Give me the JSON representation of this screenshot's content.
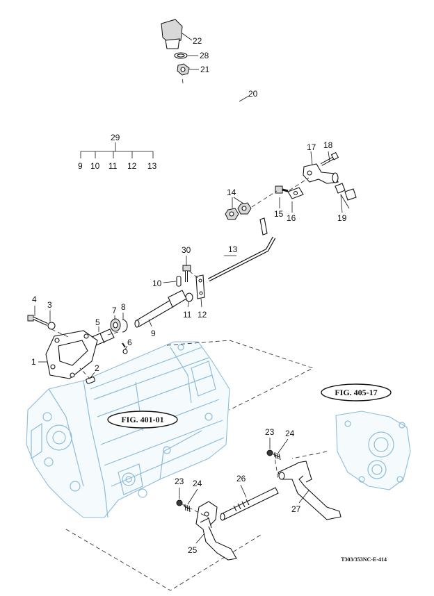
{
  "callouts": [
    {
      "id": "c22",
      "label": "22"
    },
    {
      "id": "c28",
      "label": "28"
    },
    {
      "id": "c21",
      "label": "21"
    },
    {
      "id": "c20",
      "label": "20"
    },
    {
      "id": "c29",
      "label": "29"
    },
    {
      "id": "c9a",
      "label": "9"
    },
    {
      "id": "c10a",
      "label": "10"
    },
    {
      "id": "c11a",
      "label": "11"
    },
    {
      "id": "c12a",
      "label": "12"
    },
    {
      "id": "c13a",
      "label": "13"
    },
    {
      "id": "c18",
      "label": "18"
    },
    {
      "id": "c17",
      "label": "17"
    },
    {
      "id": "c14",
      "label": "14"
    },
    {
      "id": "c15",
      "label": "15"
    },
    {
      "id": "c16",
      "label": "16"
    },
    {
      "id": "c19",
      "label": "19"
    },
    {
      "id": "c30",
      "label": "30"
    },
    {
      "id": "c13b",
      "label": "13"
    },
    {
      "id": "c10b",
      "label": "10"
    },
    {
      "id": "c4",
      "label": "4"
    },
    {
      "id": "c3",
      "label": "3"
    },
    {
      "id": "c7",
      "label": "7"
    },
    {
      "id": "c8",
      "label": "8"
    },
    {
      "id": "c5",
      "label": "5"
    },
    {
      "id": "c6",
      "label": "6"
    },
    {
      "id": "c9b",
      "label": "9"
    },
    {
      "id": "c11b",
      "label": "11"
    },
    {
      "id": "c12b",
      "label": "12"
    },
    {
      "id": "c1",
      "label": "1"
    },
    {
      "id": "c2",
      "label": "2"
    },
    {
      "id": "c23a",
      "label": "23"
    },
    {
      "id": "c24a",
      "label": "24"
    },
    {
      "id": "c23b",
      "label": "23"
    },
    {
      "id": "c24b",
      "label": "24"
    },
    {
      "id": "c26",
      "label": "26"
    },
    {
      "id": "c27",
      "label": "27"
    },
    {
      "id": "c25",
      "label": "25"
    }
  ],
  "references": {
    "fig401": "FIG. 401-01",
    "fig405": "FIG. 405-17"
  },
  "drawing_code": "T303/353NC-E-414"
}
